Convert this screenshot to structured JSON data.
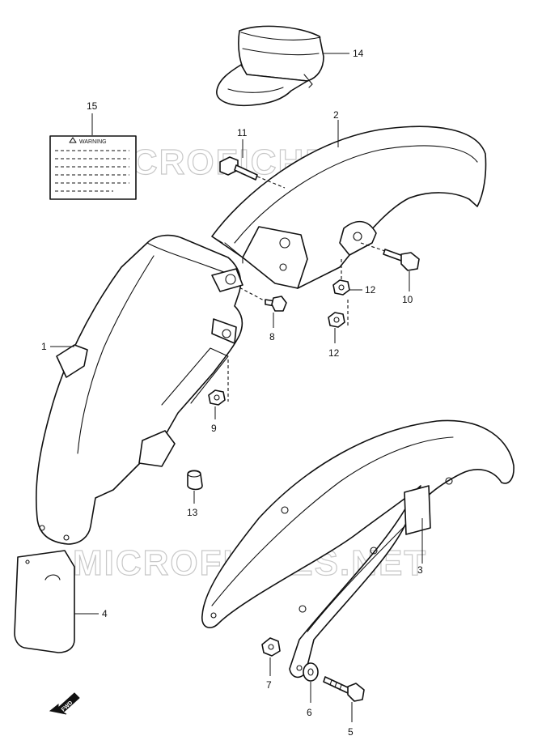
{
  "watermark": "MICROFICHES.NET",
  "warning_label": "WARNING",
  "fwd_label": "FWD",
  "callouts": {
    "c1": "1",
    "c2": "2",
    "c3": "3",
    "c4": "4",
    "c5": "5",
    "c6": "6",
    "c7": "7",
    "c8": "8",
    "c9": "9",
    "c10": "10",
    "c11": "11",
    "c12a": "12",
    "c12b": "12",
    "c13": "13",
    "c14": "14",
    "c15": "15"
  }
}
